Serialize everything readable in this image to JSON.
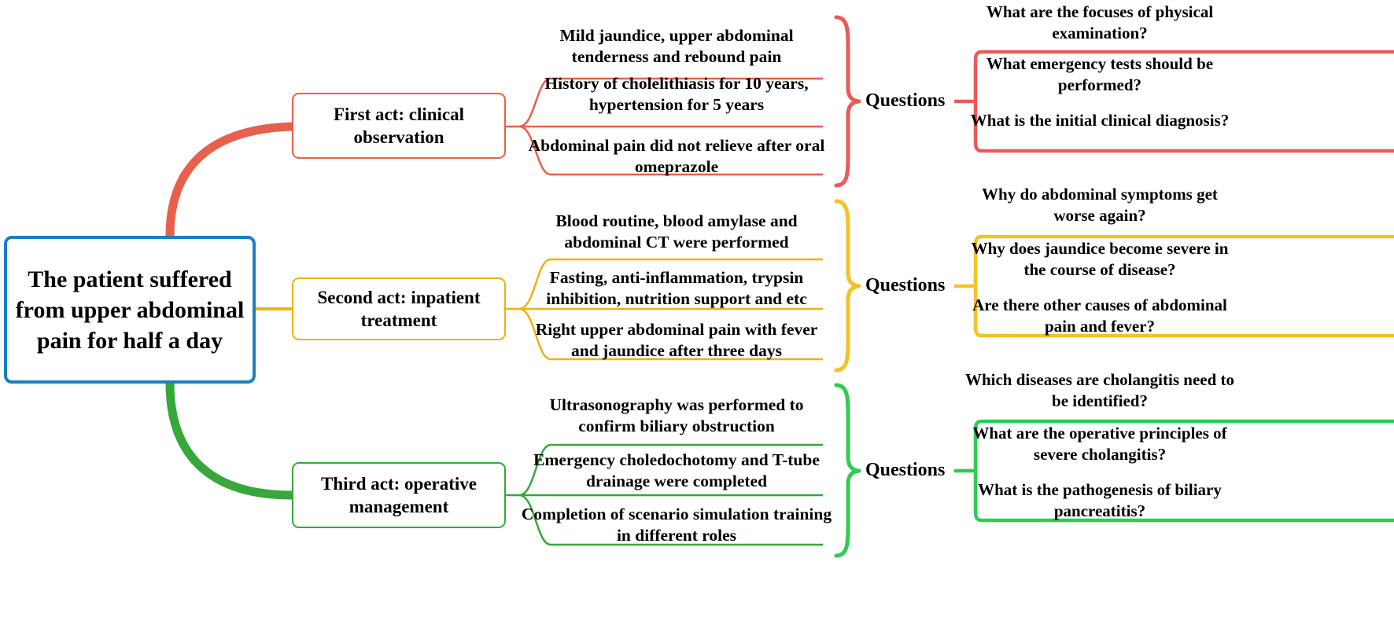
{
  "diagram": {
    "title_node": "The patient suffered from upper abdominal pain for half a day",
    "colors": {
      "root": "#1a7fc1",
      "branch_1": "#e8604c",
      "branch_2": "#eeb111",
      "branch_3": "#37a839"
    },
    "questions_label": "Questions",
    "branches": [
      {
        "act_label": "First act: clinical observation",
        "color": "#e8604c",
        "details": [
          "Mild jaundice, upper abdominal tenderness and rebound pain",
          "History of cholelithiasis for 10 years, hypertension for 5 years",
          "Abdominal pain did not relieve after oral omeprazole"
        ],
        "questions_label": "Questions",
        "questions": [
          "What are the focuses of physical examination?",
          "What emergency tests should be performed?",
          "What is the initial clinical diagnosis?"
        ]
      },
      {
        "act_label": "Second act: inpatient treatment",
        "color": "#eeb111",
        "details": [
          "Blood routine, blood amylase and abdominal CT were performed",
          "Fasting, anti-inflammation, trypsin inhibition, nutrition support and etc",
          "Right upper abdominal pain with fever and jaundice after three days"
        ],
        "questions_label": "Questions",
        "questions": [
          "Why do abdominal symptoms get worse again?",
          "Why does jaundice become severe in the course of disease?",
          "Are there other causes of abdominal pain and fever?"
        ]
      },
      {
        "act_label": "Third act: operative management",
        "color": "#37a839",
        "details": [
          "Ultrasonography was performed to confirm biliary obstruction",
          "Emergency choledochotomy and T-tube drainage were completed",
          "Completion of scenario simulation training in different roles"
        ],
        "questions_label": "Questions",
        "questions": [
          "Which diseases are cholangitis need to be identified?",
          "What are the operative principles of severe cholangitis?",
          "What is the pathogenesis of biliary pancreatitis?"
        ]
      }
    ]
  }
}
